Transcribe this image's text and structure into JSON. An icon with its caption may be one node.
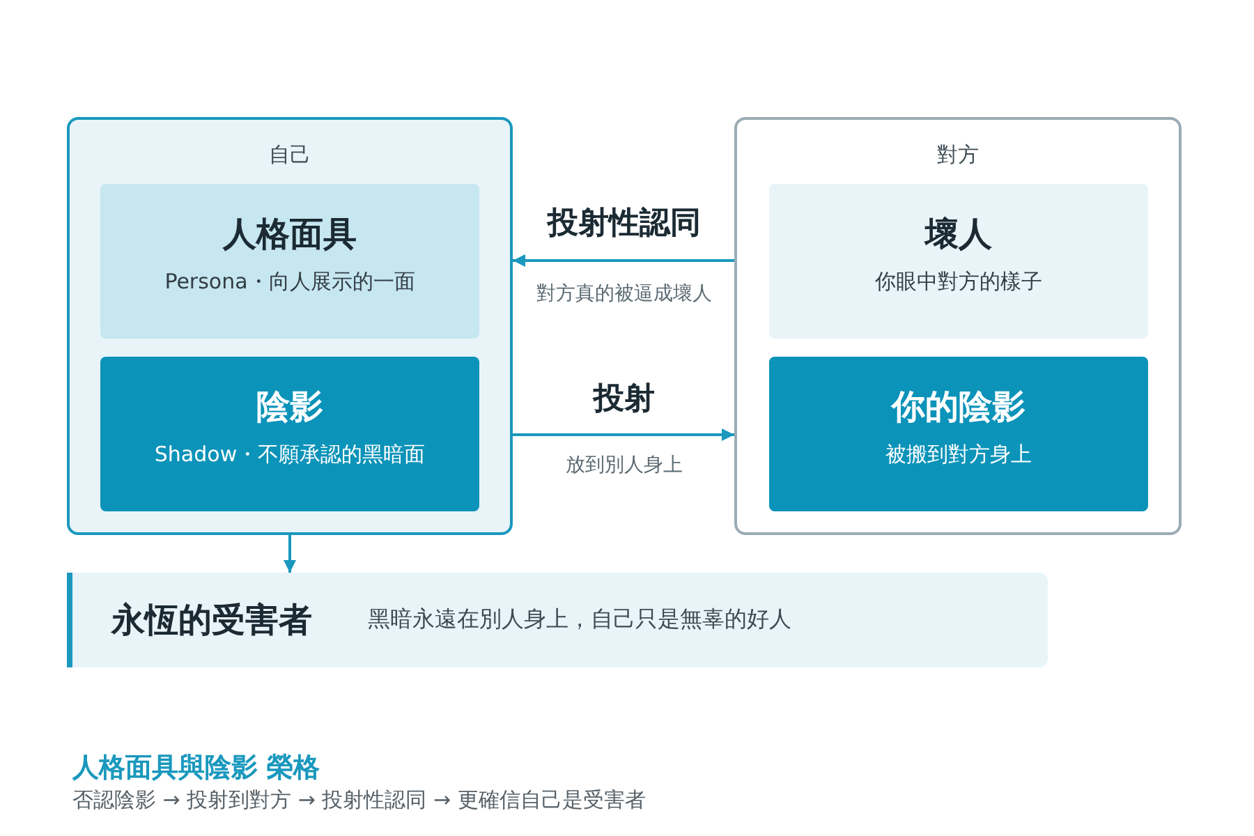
{
  "diagram": {
    "title": "人格面具與陰影 榮格",
    "caption": "否認陰影 → 投射到對方 → 投射性認同 → 更確信自己是受害者",
    "nodes": [
      {
        "text": [
          "自己"
        ]
      },
      {
        "text": [
          "人格面具",
          "Persona・向人展示的一面"
        ],
        "in": 0
      },
      {
        "text": [
          "陰影",
          "Shadow・不願承認的黑暗面"
        ],
        "in": 0
      },
      {
        "text": [
          "對方"
        ]
      },
      {
        "text": [
          "壞人",
          "你眼中對方的樣子"
        ],
        "in": 3
      },
      {
        "text": [
          "你的陰影",
          "被搬到對方身上"
        ],
        "in": 3
      },
      {
        "text": [
          "永恆的受害者",
          "黑暗永遠在別人身上，自己只是無辜的好人"
        ]
      }
    ],
    "edges": [
      {
        "from": 3,
        "to": 0,
        "arrow": "to",
        "label": "投射性認同"
      },
      {
        "from": 0,
        "to": 3,
        "arrow": "to",
        "label": "投射"
      },
      {
        "from": 0,
        "to": 6,
        "arrow": "to"
      }
    ],
    "labels": [
      "對方真的被逼成壞人",
      "放到別人身上"
    ]
  }
}
